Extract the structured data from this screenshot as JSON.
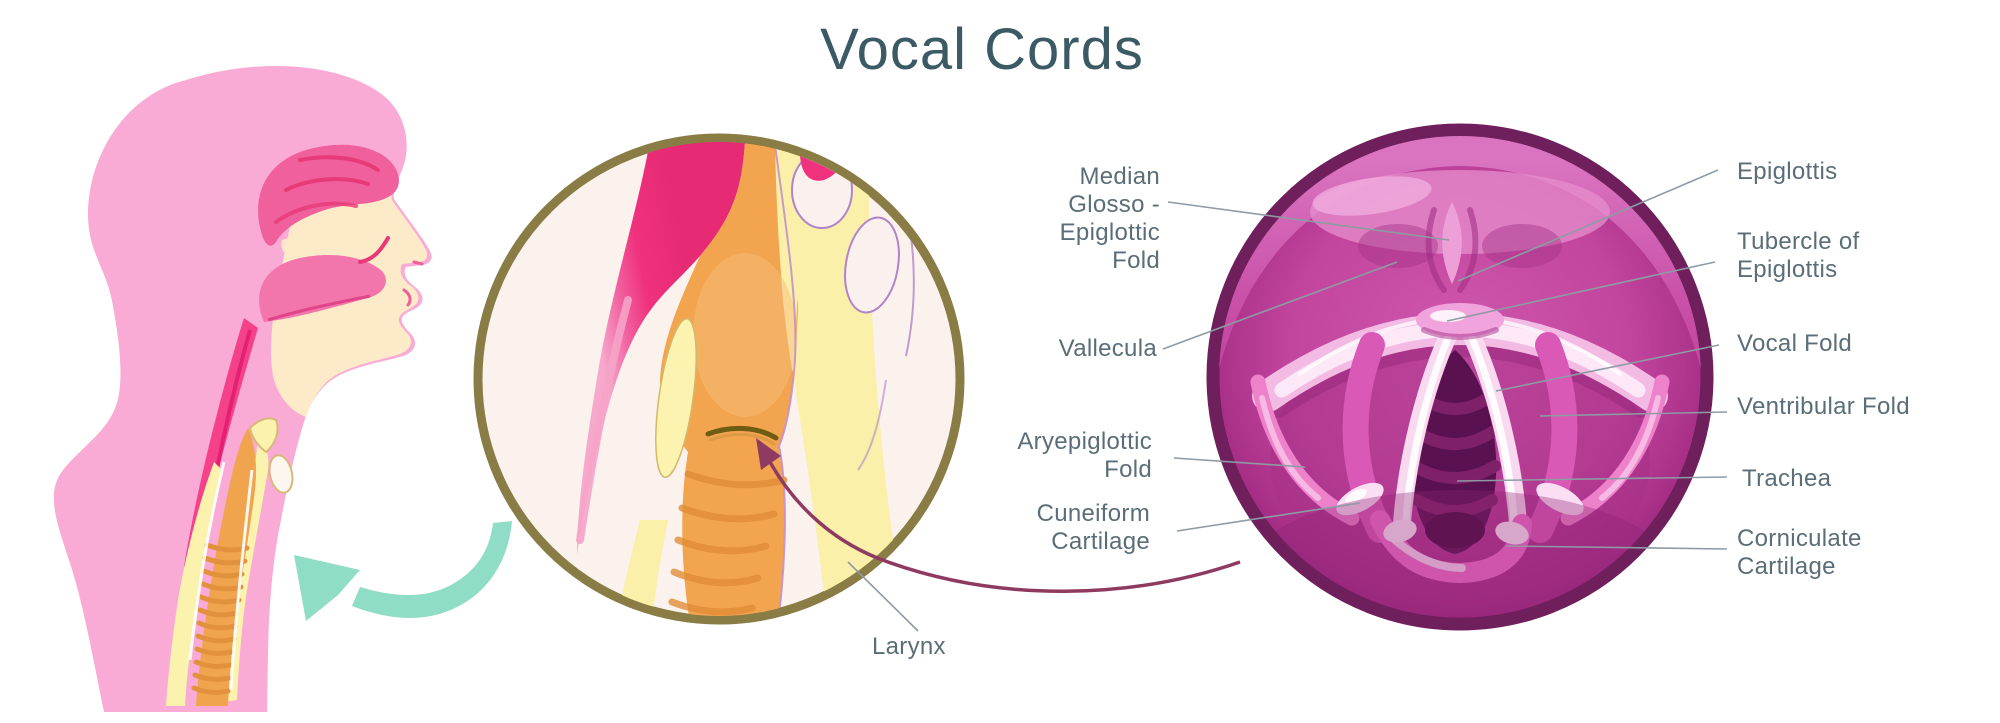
{
  "title": "Vocal Cords",
  "labels": {
    "median_glosso": {
      "lines": [
        "Median",
        "Glosso -",
        "Epiglottic",
        "Fold"
      ]
    },
    "vallecula": {
      "lines": [
        "Vallecula"
      ]
    },
    "aryepiglottic": {
      "lines": [
        "Aryepiglottic",
        "Fold"
      ]
    },
    "cuneiform": {
      "lines": [
        "Cuneiform",
        "Cartilage"
      ]
    },
    "epiglottis": {
      "lines": [
        "Epiglottis"
      ]
    },
    "tubercle": {
      "lines": [
        "Tubercle of",
        "Epiglottis"
      ]
    },
    "vocal_fold": {
      "lines": [
        "Vocal Fold"
      ]
    },
    "ventribular": {
      "lines": [
        "Ventribular Fold"
      ]
    },
    "trachea": {
      "lines": [
        "Trachea"
      ]
    },
    "corniculate": {
      "lines": [
        "Corniculate",
        "Cartilage"
      ]
    },
    "larynx": {
      "lines": [
        "Larynx"
      ]
    }
  },
  "palette": {
    "title_teal": "#3b5a64",
    "label_gray": "#5b6d78",
    "leader_line_gray": "#8e9aa4",
    "head_pink": "#f9aad5",
    "inner_magenta": "#f0327e",
    "airway_orange": "#f0a44e",
    "cartilage_yellow": "#fbf2ae",
    "face_cream": "#fdeac9",
    "mid_circle_ring_olive": "#8a7c45",
    "mid_circle_bg": "#fbf2ee",
    "vc_ring_purple": "#6f1f5c",
    "vc_magenta": "#c2459e",
    "vc_fold_white": "#fce8f6",
    "trachea_dark": "#5a1150",
    "teal_arrow": "#8fdcc7",
    "maroon_arrow": "#8f3a60"
  },
  "icons": {
    "zoom_arrow": "teal-curved-arrow",
    "laryngoscopy_arrow": "maroon-curved-arrow"
  }
}
